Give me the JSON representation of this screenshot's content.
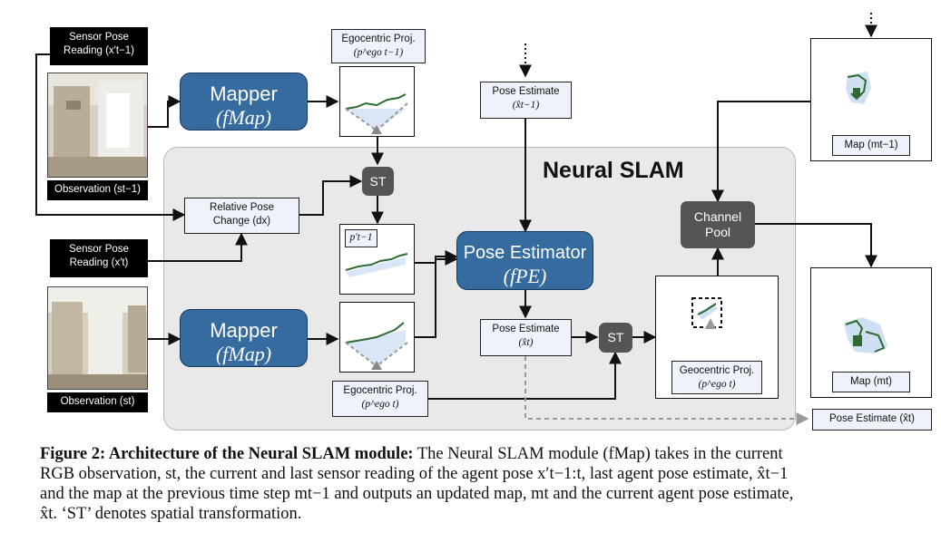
{
  "region": {
    "title": "Neural SLAM"
  },
  "sensor_top": {
    "line1": "Sensor Pose",
    "line2": "Reading (x′t−1)"
  },
  "sensor_bottom": {
    "line1": "Sensor Pose",
    "line2": "Reading (x′t)"
  },
  "obs_top": {
    "label": "Observation (st−1)"
  },
  "obs_bottom": {
    "label": "Observation (st)"
  },
  "mapper_top": {
    "title": "Mapper",
    "formula": "(fMap)"
  },
  "mapper_bottom": {
    "title": "Mapper",
    "formula": "(fMap)"
  },
  "ego_top": {
    "line1": "Egocentric Proj.",
    "line2": "(p^ego t−1)"
  },
  "ego_bottom": {
    "line1": "Egocentric Proj.",
    "line2": "(p^ego t)"
  },
  "rel_pose": {
    "line1": "Relative Pose",
    "line2": "Change (dx)"
  },
  "st_top": {
    "label": "ST"
  },
  "st_bottom": {
    "label": "ST"
  },
  "transformed": {
    "label": "p′t−1"
  },
  "pose_est_prev": {
    "line1": "Pose Estimate",
    "line2": "(x̂t−1)"
  },
  "pose_estimator": {
    "title": "Pose Estimator",
    "formula": "(fPE)"
  },
  "pose_est_cur": {
    "line1": "Pose Estimate",
    "line2": "(x̂t)"
  },
  "geo_proj": {
    "line1": "Geocentric Proj.",
    "line2": "(p^ego t)"
  },
  "channel_pool": {
    "line1": "Channel",
    "line2": "Pool"
  },
  "map_prev": {
    "label": "Map (mt−1)"
  },
  "map_cur": {
    "label": "Map (mt)"
  },
  "pose_output": {
    "label": "Pose Estimate (x̂t)"
  },
  "caption": {
    "bold": "Figure 2: Architecture of the Neural SLAM module:",
    "l1": " The Neural SLAM module (fMap) takes in the current",
    "l2": "RGB observation, st, the current and last sensor reading of the agent pose x′t−1:t, last agent pose estimate, x̂t−1",
    "l3": "and the map at the previous time step mt−1 and outputs an updated map, mt and the current agent pose estimate,",
    "l4": "x̂t. ‘ST’ denotes spatial transformation."
  },
  "colors": {
    "module": "#356b9e",
    "label_bg": "#eef2fb",
    "region_bg": "#e9e9e9",
    "gray_box": "#555555",
    "map_green": "#2e6b33"
  }
}
